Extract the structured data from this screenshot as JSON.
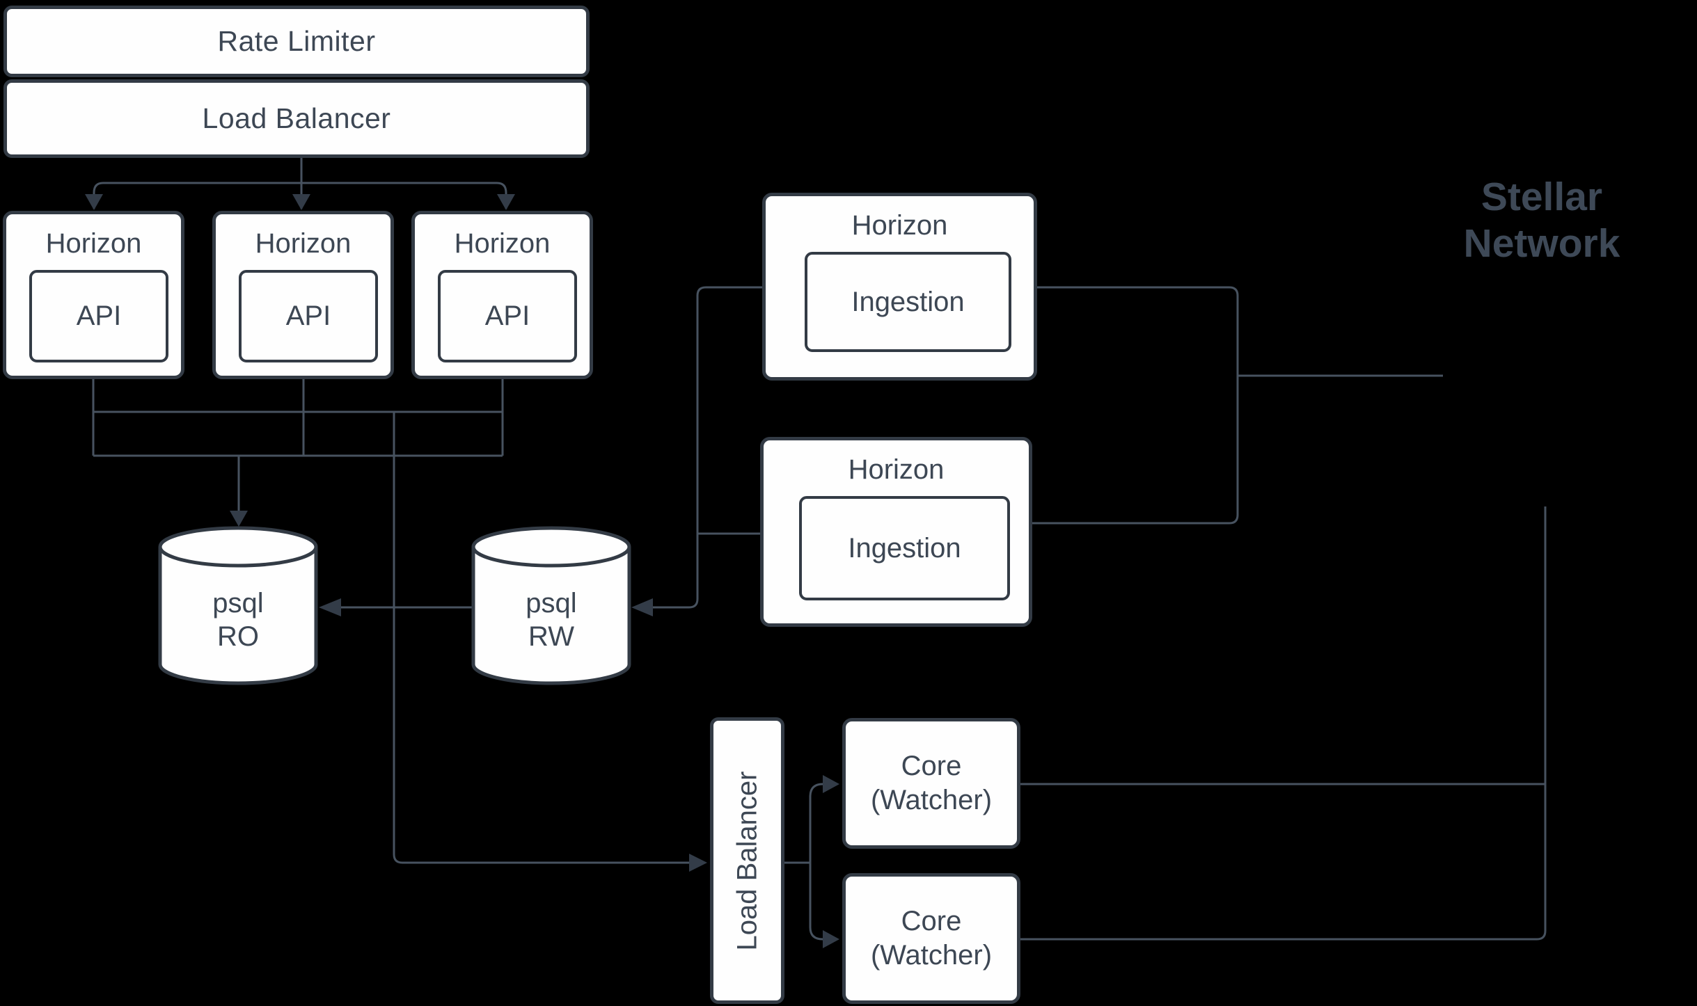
{
  "colors": {
    "bg": "#000000",
    "node-fill": "#fefefe",
    "node-border": "#333b45",
    "edge": "#47525f",
    "arrow": "#333c48",
    "text": "#3d4754",
    "network-text": "#3e4957"
  },
  "diagram": {
    "rate_limiter": "Rate Limiter",
    "load_balancer": "Load Balancer",
    "horizon_title": "Horizon",
    "api_label": "API",
    "ingestion_label": "Ingestion",
    "psql_ro": {
      "line1": "psql",
      "line2": "RO"
    },
    "psql_rw": {
      "line1": "psql",
      "line2": "RW"
    },
    "core_load_balancer": "Load Balancer",
    "core_watcher": {
      "line1": "Core",
      "line2": "(Watcher)"
    },
    "stellar_network": {
      "line1": "Stellar",
      "line2": "Network"
    }
  }
}
